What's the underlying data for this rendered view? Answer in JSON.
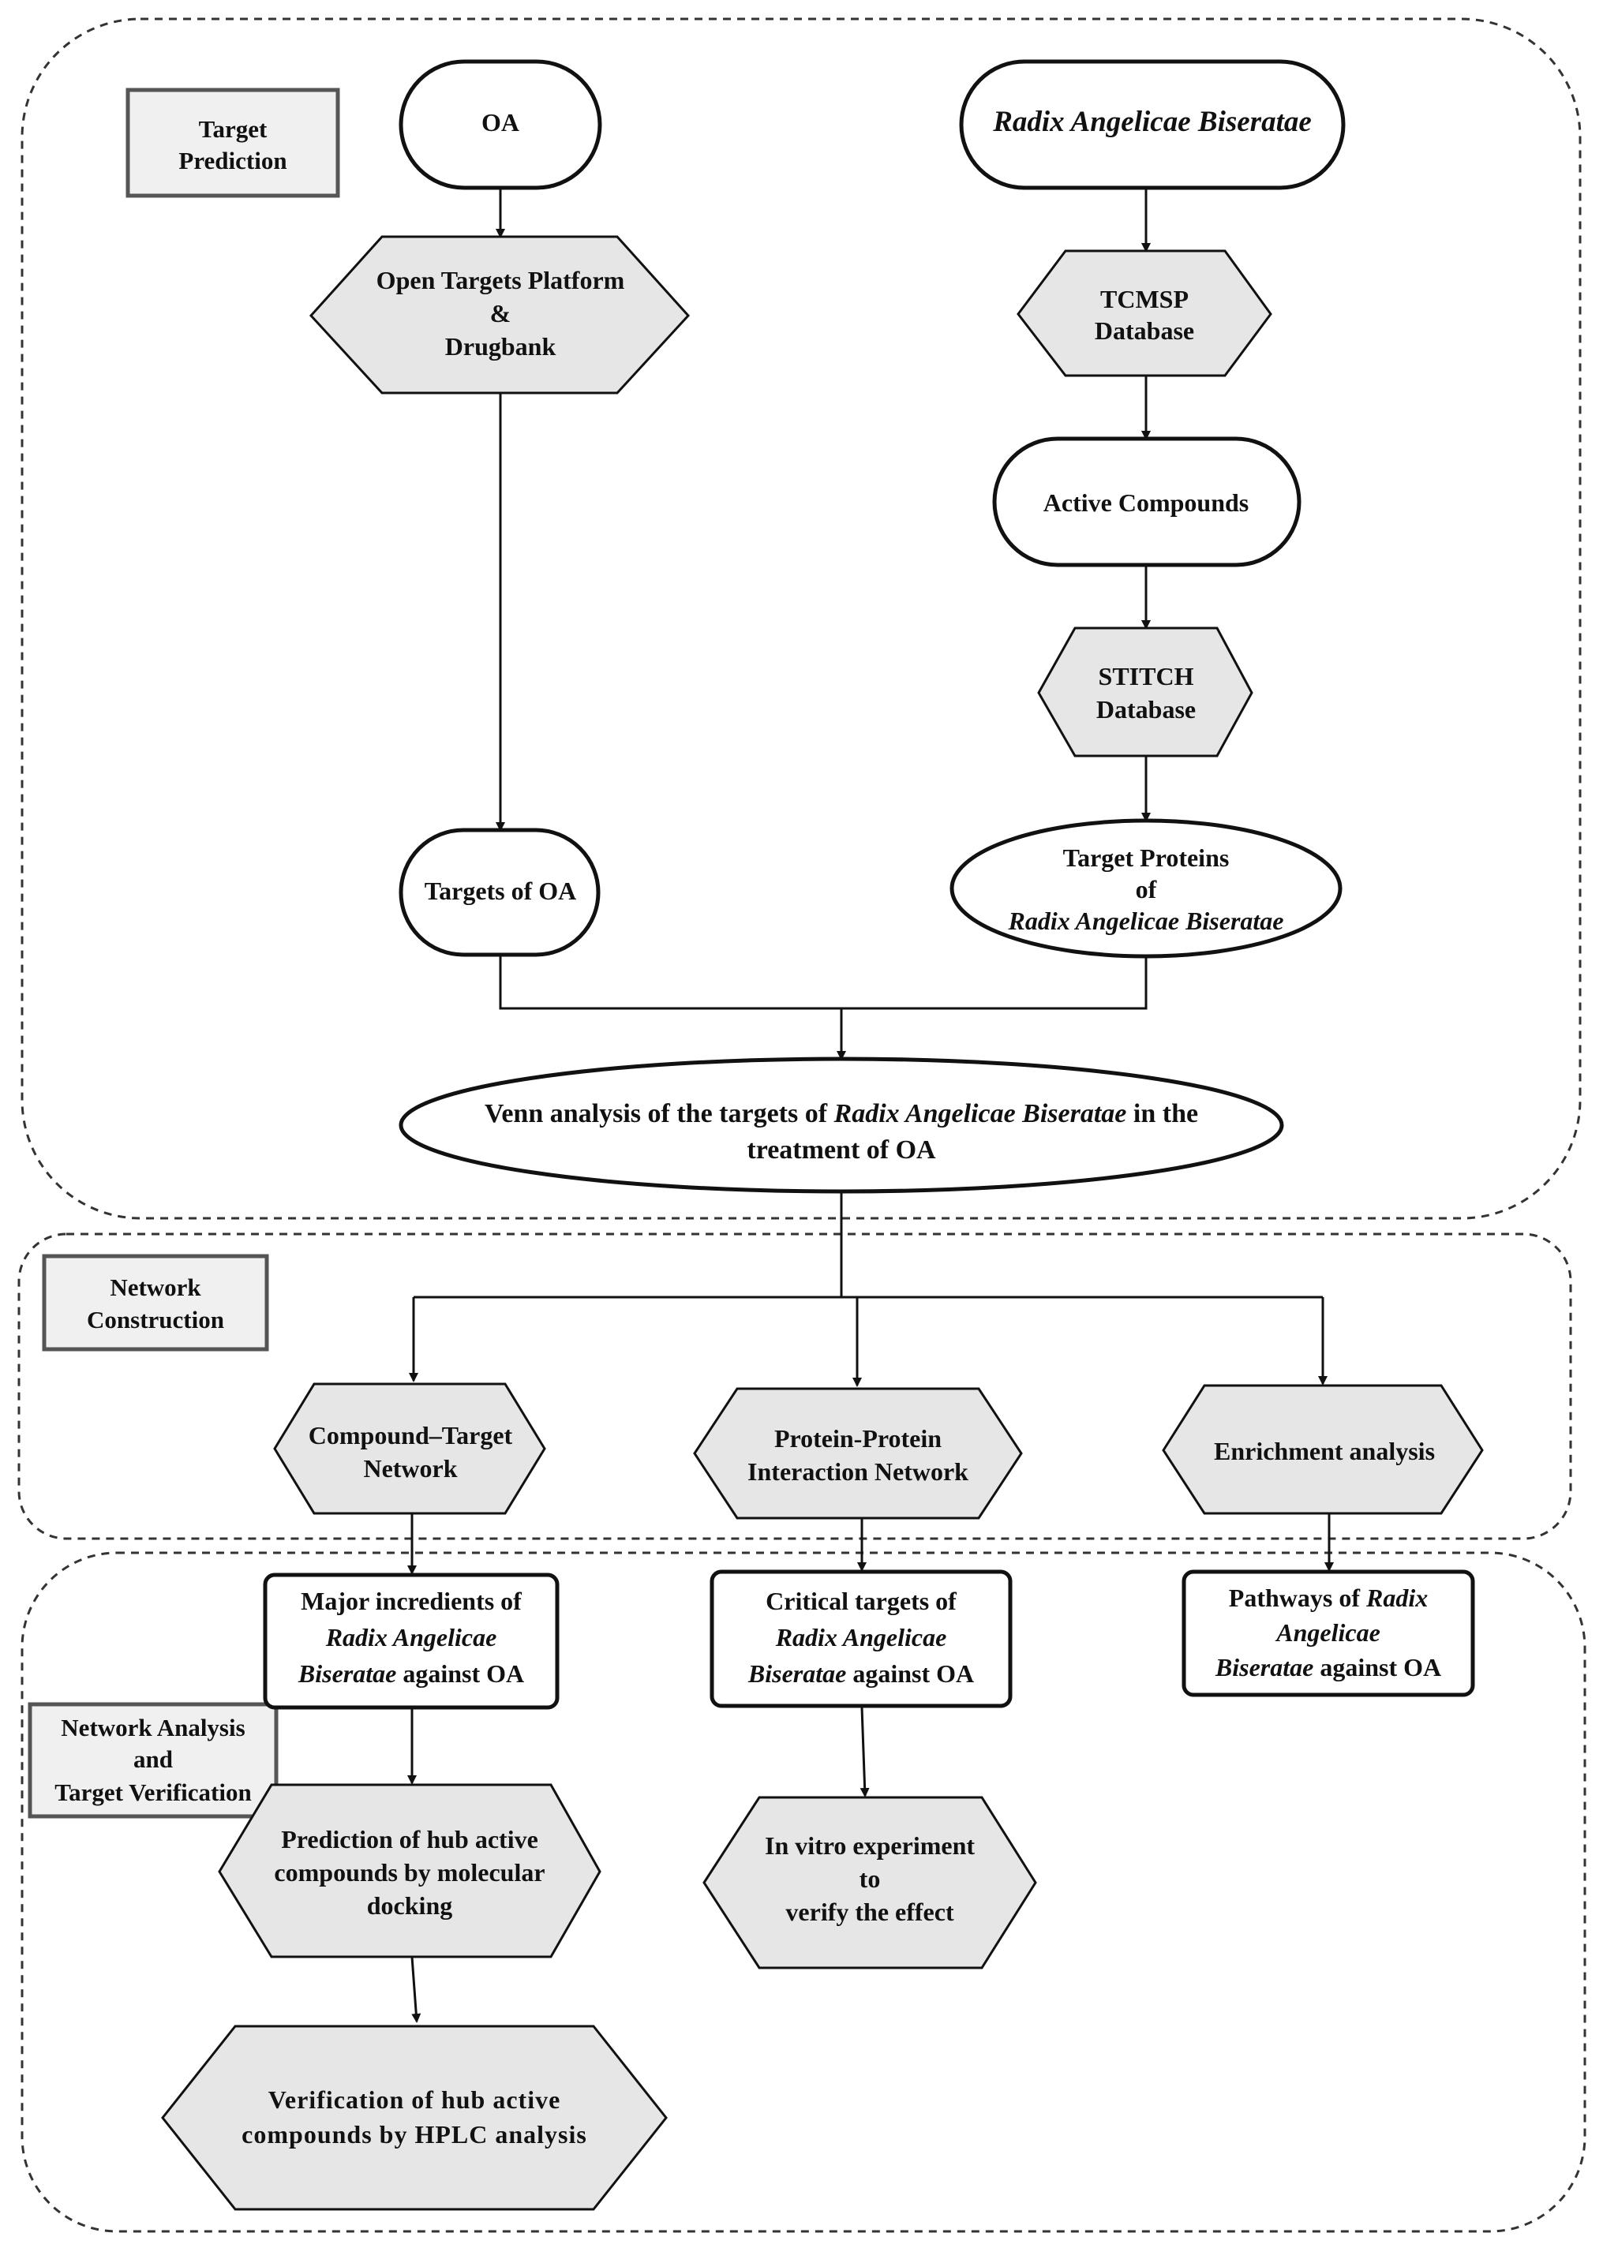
{
  "sections": {
    "target_prediction": {
      "label_lines": [
        "Target",
        "Prediction"
      ]
    },
    "network_construction": {
      "label_lines": [
        "Network",
        "Construction"
      ]
    },
    "network_analysis": {
      "label_lines": [
        "Network Analysis",
        "and",
        "Target Verification"
      ]
    }
  },
  "nodes": {
    "oa": {
      "text": "OA"
    },
    "radix": {
      "text": "Radix Angelicae Biseratae"
    },
    "open_targets": {
      "lines": [
        "Open Targets Platform",
        "&",
        "Drugbank"
      ]
    },
    "tcmsp": {
      "lines": [
        "TCMSP",
        "Database"
      ]
    },
    "active_compounds": {
      "text": "Active Compounds"
    },
    "stitch": {
      "lines": [
        "STITCH",
        "Database"
      ]
    },
    "targets_oa": {
      "text": "Targets of  OA"
    },
    "target_proteins": {
      "line1": "Target Proteins",
      "line2": "of",
      "line3": "Radix Angelicae Biseratae"
    },
    "venn": {
      "prefix": "Venn analysis of the targets of ",
      "italic": "Radix Angelicae Biseratae",
      "suffix": " in the",
      "line2": "treatment of  OA"
    },
    "compound_target": {
      "lines": [
        "Compound–Target",
        "Network"
      ]
    },
    "ppi": {
      "lines": [
        "Protein-Protein",
        "Interaction Network"
      ]
    },
    "enrichment": {
      "text": "Enrichment analysis"
    },
    "major_ingredients": {
      "line1": "Major incredients of",
      "line2": "Radix Angelicae",
      "line3_italic": "Biseratae",
      "line3_rest": " against OA"
    },
    "critical_targets": {
      "line1": "Critical targets of",
      "line2": "Radix Angelicae",
      "line3_italic": "Biseratae",
      "line3_rest": " against OA"
    },
    "pathways": {
      "line1_plain": "Pathways of ",
      "line1_italic": "Radix",
      "line2": "Angelicae",
      "line3_italic": "Biseratae",
      "line3_rest": " against OA"
    },
    "hub_prediction": {
      "lines": [
        "Prediction of hub active",
        "compounds by molecular",
        "docking"
      ]
    },
    "in_vitro": {
      "lines": [
        "In vitro experiment",
        "to",
        "verify the effect"
      ]
    },
    "hplc": {
      "lines": [
        "Verification of hub active",
        "compounds by HPLC analysis"
      ]
    }
  },
  "colors": {
    "fill_gray": "#e6e6e6",
    "stroke": "#111111",
    "label_box_fill": "#f0f0f0",
    "label_box_stroke": "#555555"
  }
}
